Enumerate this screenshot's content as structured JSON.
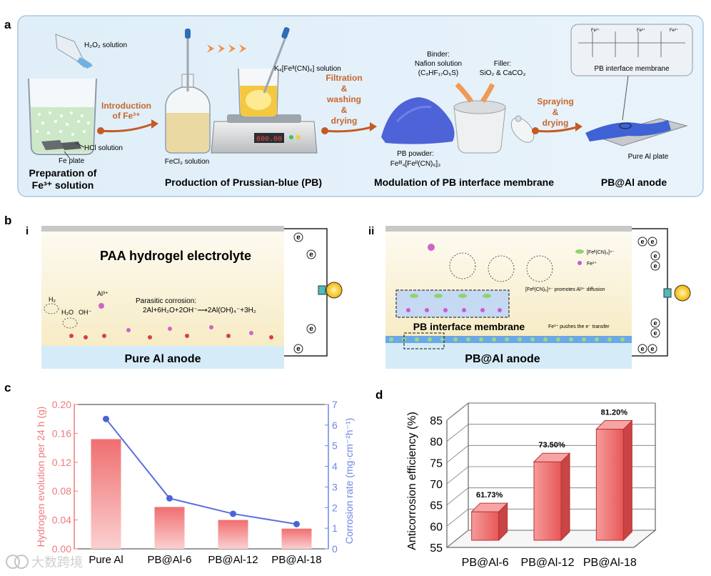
{
  "panel_a": {
    "letter": "a",
    "h2o2": "H₂O₂ solution",
    "hcl": "HCl solution",
    "fe_plate": "Fe plate",
    "prep_title_1": "Preparation of",
    "prep_title_2": "Fe³⁺ solution",
    "intro_1": "Introduction",
    "intro_2": "of Fe³⁺",
    "k4_solution": "K₄[Feᴵᴵ(CN)₆] solution",
    "fecl3": "FeCl₃ solution",
    "balance_reading": "600.00",
    "production_title": "Production of Prussian-blue (PB)",
    "filtration": [
      "Filtration",
      "&",
      "washing",
      "&",
      "drying"
    ],
    "binder_1": "Binder:",
    "binder_2": "Nafion solution",
    "binder_3": "(C₉HF₁₇O₅S)",
    "filler_1": "Filler:",
    "filler_2": "SiO₂ & CaCO₃",
    "pb_powder_1": "PB powder:",
    "pb_powder_2": "Feᴵᴵᴵ₄[Feᴵᴵ(CN)₆]₃",
    "modulation_title": "Modulation of PB interface membrane",
    "spraying": [
      "Spraying",
      "&",
      "drying"
    ],
    "pb_membrane_label": "PB interface membrane",
    "fe3_label": "Fe³⁺",
    "pure_al_plate": "Pure Al plate",
    "anode_title": "PB@Al anode"
  },
  "panel_b": {
    "letter": "b",
    "sub_i": "i",
    "sub_ii": "ii",
    "electrolyte": "PAA hydrogel electrolyte",
    "h2": "H₂",
    "h2o": "H₂O",
    "oh": "OH⁻",
    "al3": "Al³⁺",
    "parasitic_1": "Parasitic corrosion:",
    "parasitic_2": "2Al+6H₂O+2OH⁻⟶2Al(OH)₄⁻+3H₂",
    "pure_al_anode": "Pure Al anode",
    "electron": "e",
    "legend_fecn": "[Feᴵᴵ(CN)₆]⁴⁻",
    "legend_fe3": "Fe³⁺",
    "promotes": "[Feᴵᴵ(CN)₆]⁴⁻ promotes Al³⁺ diffusion",
    "pushes": "Fe³⁺ pushes the e⁻ transfer",
    "pb_membrane": "PB interface membrane",
    "pb_al_anode": "PB@Al anode"
  },
  "panel_c": {
    "letter": "c",
    "chart_data": {
      "type": "bar",
      "categories": [
        "Pure Al",
        "PB@Al-6",
        "PB@Al-12",
        "PB@Al-18"
      ],
      "series": [
        {
          "name": "Hydrogen evolution per 24 h (g)",
          "values": [
            0.152,
            0.058,
            0.04,
            0.028
          ],
          "axis": "left"
        },
        {
          "name": "Corrosion rate (mg·cm⁻²h⁻¹)",
          "values": [
            6.3,
            2.45,
            1.7,
            1.2
          ],
          "axis": "right",
          "style": "line"
        }
      ],
      "ylabel": "Hydrogen evolution per 24 h (g)",
      "y2label": "Corrosion rate (mg·cm⁻²h⁻¹)",
      "ylim": [
        0,
        0.2
      ],
      "y2lim": [
        0,
        7
      ],
      "yticks": [
        "0.00",
        "0.04",
        "0.08",
        "0.12",
        "0.16",
        "0.20"
      ],
      "y2ticks": [
        "0",
        "1",
        "2",
        "3",
        "4",
        "5",
        "6",
        "7"
      ],
      "grid": false,
      "colors": {
        "bar": "#f0787a",
        "line": "#5a6fe0",
        "left_axis": "#f07a7a",
        "right_axis": "#6f86e6"
      }
    }
  },
  "panel_d": {
    "letter": "d",
    "chart_data": {
      "type": "bar",
      "categories": [
        "PB@Al-6",
        "PB@Al-12",
        "PB@Al-18"
      ],
      "values": [
        61.73,
        73.5,
        81.2
      ],
      "labels": [
        "61.73%",
        "73.50%",
        "81.20%"
      ],
      "ylabel": "Anticorrosion efficiency (%)",
      "ylim": [
        55,
        85
      ],
      "yticks": [
        "55",
        "60",
        "65",
        "70",
        "75",
        "80",
        "85"
      ],
      "grid": true,
      "colors": {
        "bar": "#f06b6b"
      }
    }
  },
  "watermark": "大数跨境"
}
